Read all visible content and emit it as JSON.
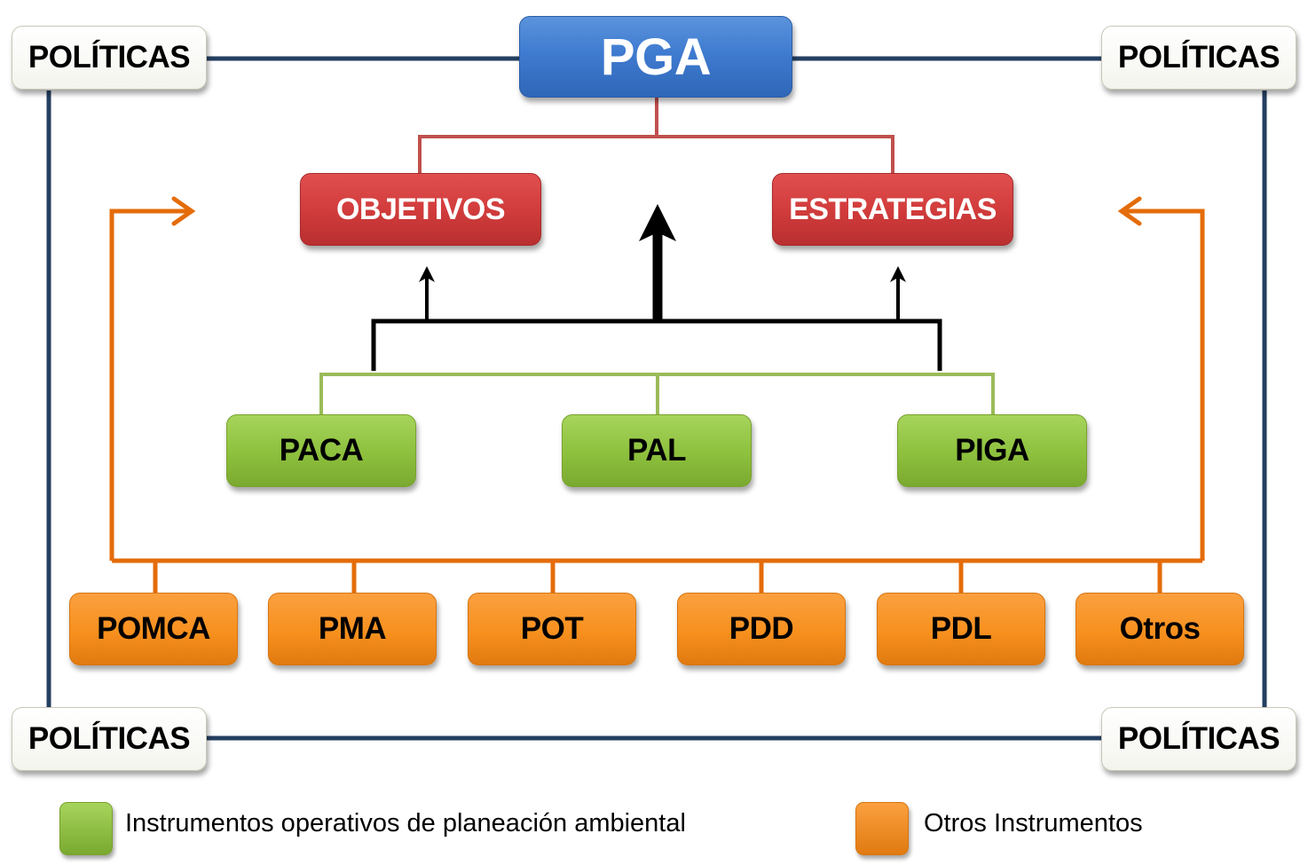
{
  "diagram": {
    "root": {
      "label": "PGA",
      "color": "#3f7bd0"
    },
    "policies": [
      {
        "label": "POLÍTICAS",
        "corner": "top-left"
      },
      {
        "label": "POLÍTICAS",
        "corner": "top-right"
      },
      {
        "label": "POLÍTICAS",
        "corner": "bottom-left"
      },
      {
        "label": "POLÍTICAS",
        "corner": "bottom-right"
      }
    ],
    "level2": [
      {
        "label": "OBJETIVOS",
        "color": "#d23c3c"
      },
      {
        "label": "ESTRATEGIAS",
        "color": "#d23c3c"
      }
    ],
    "operative_instruments": [
      {
        "label": "PACA",
        "color": "#8dc03d"
      },
      {
        "label": "PAL",
        "color": "#8dc03d"
      },
      {
        "label": "PIGA",
        "color": "#8dc03d"
      }
    ],
    "other_instruments": [
      {
        "label": "POMCA",
        "color": "#f7901e"
      },
      {
        "label": "PMA",
        "color": "#f7901e"
      },
      {
        "label": "POT",
        "color": "#f7901e"
      },
      {
        "label": "PDD",
        "color": "#f7901e"
      },
      {
        "label": "PDL",
        "color": "#f7901e"
      },
      {
        "label": "Otros",
        "color": "#f7901e"
      }
    ],
    "edges": [
      {
        "from": "PGA",
        "to": "OBJETIVOS",
        "color": "#c0504d"
      },
      {
        "from": "PGA",
        "to": "ESTRATEGIAS",
        "color": "#c0504d"
      },
      {
        "from": "PACA/PAL/PIGA",
        "to": "OBJETIVOS",
        "type": "arrow",
        "color": "#000000"
      },
      {
        "from": "PACA/PAL/PIGA",
        "to": "PGA",
        "type": "thick-arrow",
        "color": "#000000"
      },
      {
        "from": "PACA/PAL/PIGA",
        "to": "ESTRATEGIAS",
        "type": "arrow",
        "color": "#000000"
      },
      {
        "from": "Otros Instrumentos",
        "to": "OBJETIVOS",
        "type": "arrow",
        "color": "#e46c0a"
      },
      {
        "from": "Otros Instrumentos",
        "to": "ESTRATEGIAS",
        "type": "arrow",
        "color": "#e46c0a"
      },
      {
        "from": "POLÍTICAS",
        "to": "PGA",
        "color": "#243f60"
      }
    ]
  },
  "legend": [
    {
      "label": "Instrumentos operativos de planeación ambiental",
      "color": "#8dc03d"
    },
    {
      "label": "Otros Instrumentos",
      "color": "#f7901e"
    }
  ]
}
